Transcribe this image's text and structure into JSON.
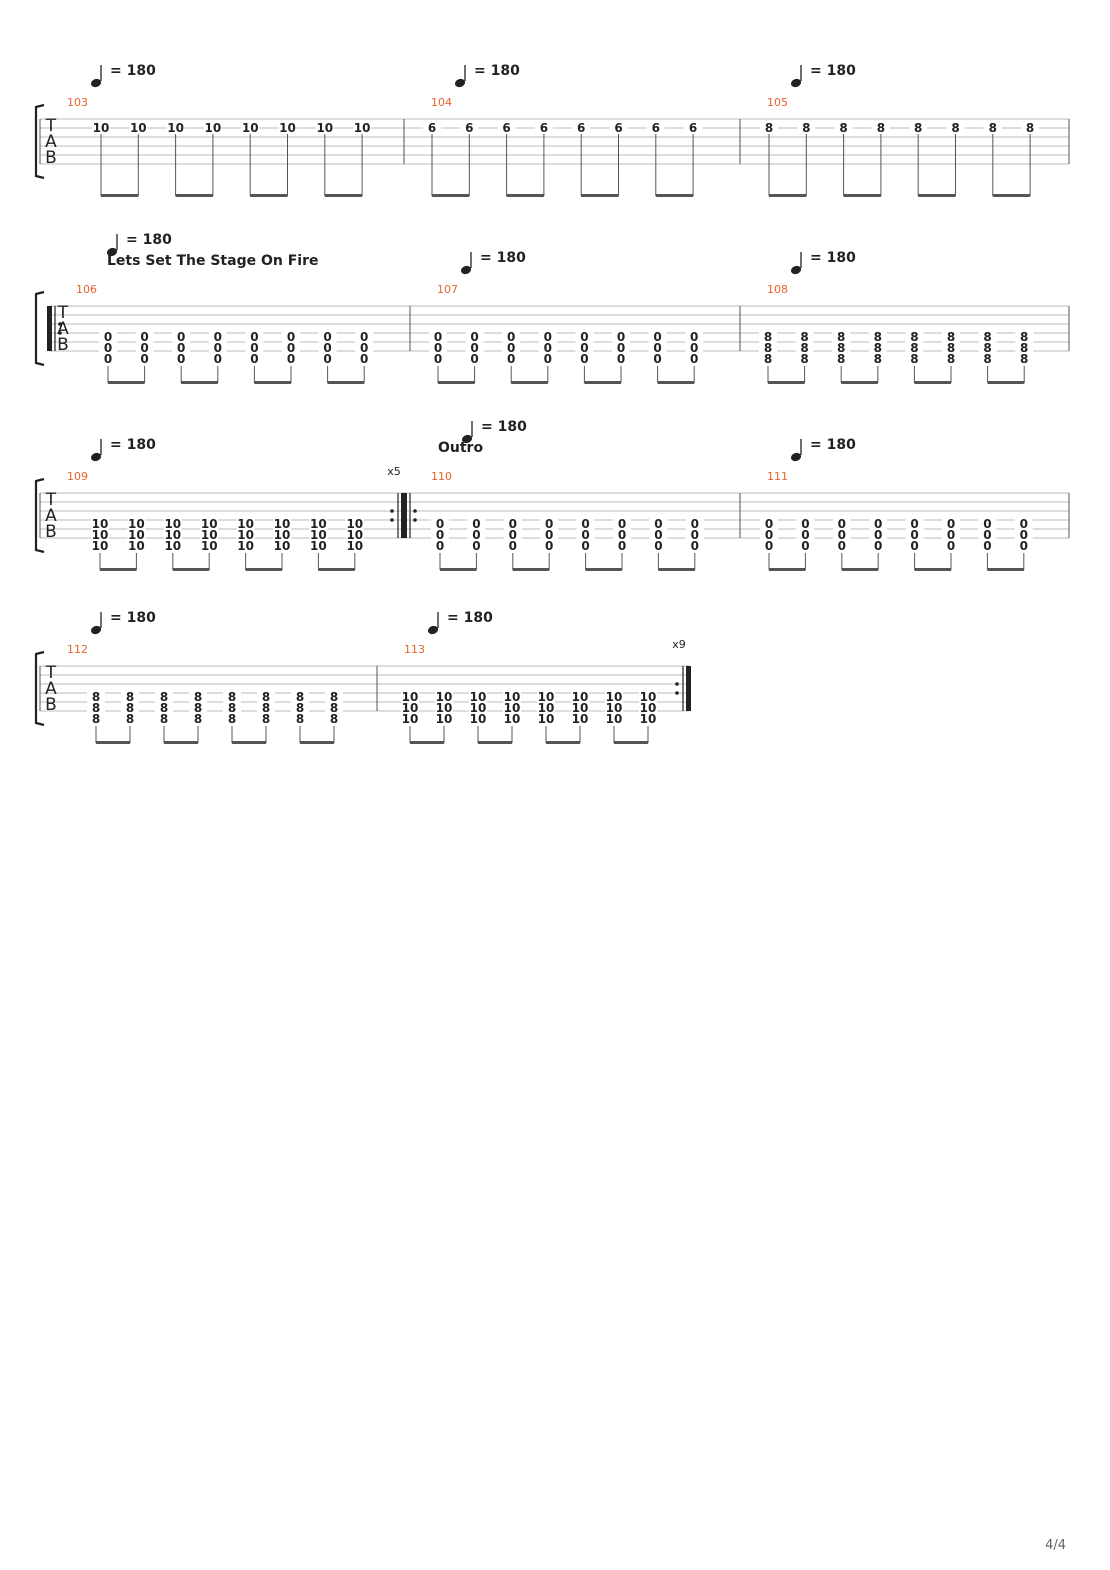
{
  "page": {
    "number": "4/4"
  },
  "tab_clef": [
    "T",
    "A",
    "B"
  ],
  "systems": [
    {
      "measures": [
        {
          "number": "103",
          "tempo": "= 180",
          "notes": [
            {
              "string": 3,
              "fret": "10"
            },
            {
              "string": 3,
              "fret": "10"
            },
            {
              "string": 3,
              "fret": "10"
            },
            {
              "string": 3,
              "fret": "10"
            },
            {
              "string": 3,
              "fret": "10"
            },
            {
              "string": 3,
              "fret": "10"
            },
            {
              "string": 3,
              "fret": "10"
            },
            {
              "string": 3,
              "fret": "10"
            }
          ]
        },
        {
          "number": "104",
          "tempo": "= 180",
          "notes": [
            {
              "string": 3,
              "fret": "6"
            },
            {
              "string": 3,
              "fret": "6"
            },
            {
              "string": 3,
              "fret": "6"
            },
            {
              "string": 3,
              "fret": "6"
            },
            {
              "string": 3,
              "fret": "6"
            },
            {
              "string": 3,
              "fret": "6"
            },
            {
              "string": 3,
              "fret": "6"
            },
            {
              "string": 3,
              "fret": "6"
            }
          ]
        },
        {
          "number": "105",
          "tempo": "= 180",
          "notes": [
            {
              "string": 3,
              "fret": "8"
            },
            {
              "string": 3,
              "fret": "8"
            },
            {
              "string": 3,
              "fret": "8"
            },
            {
              "string": 3,
              "fret": "8"
            },
            {
              "string": 3,
              "fret": "8"
            },
            {
              "string": 3,
              "fret": "8"
            },
            {
              "string": 3,
              "fret": "8"
            },
            {
              "string": 3,
              "fret": "8"
            }
          ]
        }
      ]
    },
    {
      "measures": [
        {
          "number": "106",
          "tempo": "= 180",
          "section": "Lets Set The Stage On Fire",
          "repeat_start": true,
          "chord": [
            "0",
            "0",
            "0"
          ],
          "beats": 8
        },
        {
          "number": "107",
          "tempo": "= 180",
          "chord": [
            "0",
            "0",
            "0"
          ],
          "beats": 8
        },
        {
          "number": "108",
          "tempo": "= 180",
          "chord": [
            "8",
            "8",
            "8"
          ],
          "beats": 8
        }
      ]
    },
    {
      "measures": [
        {
          "number": "109",
          "tempo": "= 180",
          "chord": [
            "10",
            "10",
            "10"
          ],
          "beats": 8,
          "repeat_end": true,
          "repeat_count": "x5"
        },
        {
          "number": "110",
          "tempo": "= 180",
          "section": "Outro",
          "repeat_start": true,
          "chord": [
            "0",
            "0",
            "0"
          ],
          "beats": 8
        },
        {
          "number": "111",
          "tempo": "= 180",
          "chord": [
            "0",
            "0",
            "0"
          ],
          "beats": 8
        }
      ]
    },
    {
      "measures": [
        {
          "number": "112",
          "tempo": "= 180",
          "chord": [
            "8",
            "8",
            "8"
          ],
          "beats": 8
        },
        {
          "number": "113",
          "tempo": "= 180",
          "chord": [
            "10",
            "10",
            "10"
          ],
          "beats": 8,
          "repeat_end": true,
          "repeat_count": "x9"
        }
      ]
    }
  ],
  "colors": {
    "measure_number": "#e8622c",
    "ink": "#222222",
    "staff_line": "#bbbbbb",
    "barline": "#555555"
  }
}
